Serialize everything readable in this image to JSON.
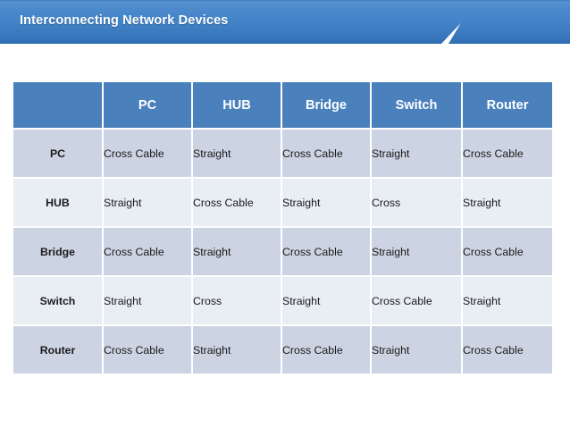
{
  "banner": {
    "title": "Interconnecting Network Devices",
    "color_left": "#4181c6",
    "color_right": "#4181c6",
    "text_color": "#ffffff"
  },
  "table": {
    "header_bg": "#4a81bd",
    "header_text_color": "#ffffff",
    "row_shade_bg": "#ccd3e2",
    "row_light_bg": "#e9edf4",
    "columns": [
      "",
      "PC",
      "HUB",
      "Bridge",
      "Switch",
      "Router"
    ],
    "rows": [
      {
        "label": "PC",
        "cells": [
          "Cross Cable",
          "Straight",
          "Cross Cable",
          "Straight",
          "Cross Cable"
        ]
      },
      {
        "label": "HUB",
        "cells": [
          "Straight",
          "Cross Cable",
          "Straight",
          "Cross",
          "Straight"
        ]
      },
      {
        "label": "Bridge",
        "cells": [
          "Cross Cable",
          "Straight",
          "Cross Cable",
          "Straight",
          "Cross Cable"
        ]
      },
      {
        "label": "Switch",
        "cells": [
          "Straight",
          "Cross",
          "Straight",
          "Cross Cable",
          "Straight"
        ]
      },
      {
        "label": "Router",
        "cells": [
          "Cross Cable",
          "Straight",
          "Cross Cable",
          "Straight",
          "Cross Cable"
        ]
      }
    ]
  }
}
